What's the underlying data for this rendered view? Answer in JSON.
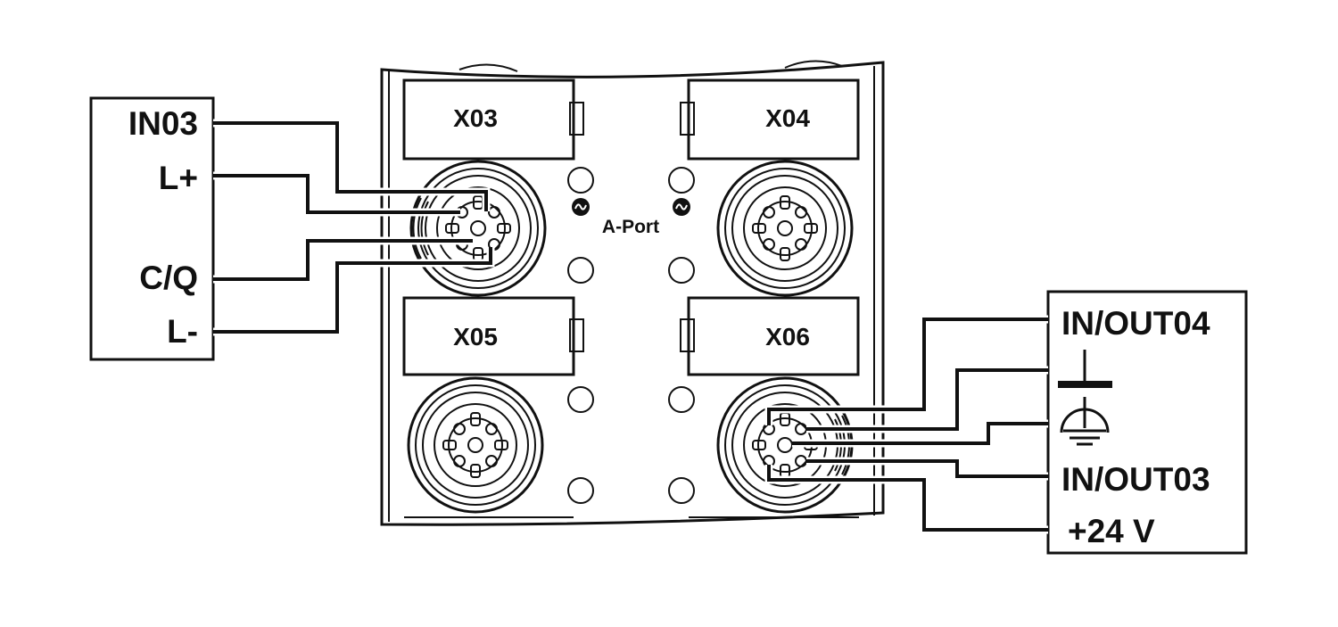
{
  "sensor_left": {
    "terminals": [
      "IN03",
      "L+",
      "C/Q",
      "L-"
    ]
  },
  "device": {
    "ports": [
      "X03",
      "X04",
      "X05",
      "X06"
    ],
    "center_label": "A-Port"
  },
  "actuator_right": {
    "terminals": [
      "IN/OUT04",
      "IN/OUT03",
      "+24 V"
    ],
    "symbols": [
      "dc-ground-icon",
      "protective-earth-icon"
    ]
  },
  "colors": {
    "line": "#111111",
    "background": "#ffffff"
  }
}
